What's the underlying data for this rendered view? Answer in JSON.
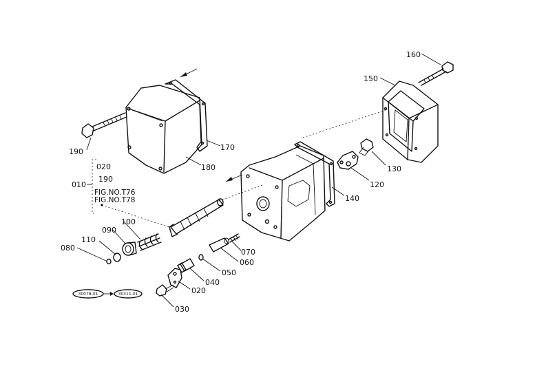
{
  "labels": {
    "p010": "010",
    "p020a": "020",
    "p190a": "190",
    "figT76": "FIG.NO.T76",
    "figT78": "FIG.NO.T78",
    "p020": "020",
    "p030": "030",
    "p040": "040",
    "p050": "050",
    "p060": "060",
    "p070": "070",
    "p080": "080",
    "p090": "090",
    "p100": "100",
    "p110": "110",
    "p120": "120",
    "p130": "130",
    "p140": "140",
    "p150": "150",
    "p160": "160",
    "p170": "170",
    "p180": "180",
    "p190": "190"
  },
  "refs": {
    "ref_left": "30078-01",
    "ref_right": "30311-01"
  }
}
